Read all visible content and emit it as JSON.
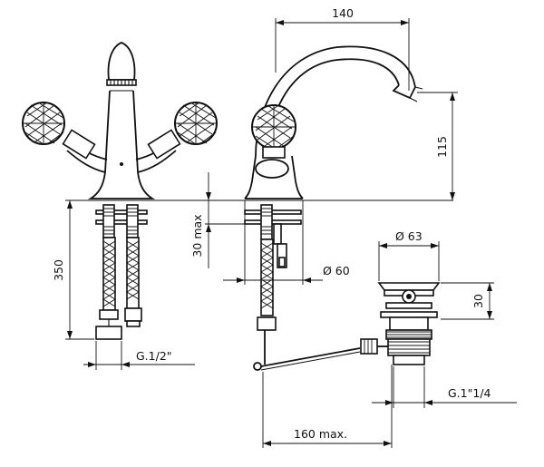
{
  "drawing": {
    "dimensions": {
      "spout_reach": "140",
      "spout_height": "115",
      "hose_length": "350",
      "deck_thickness": "30 max",
      "base_diameter": "Ø 60",
      "waste_diameter": "Ø 63",
      "waste_height": "30",
      "hose_thread": "G.1/2\"",
      "waste_thread": "G.1\"1/4",
      "rod_length": "160 max."
    },
    "colors": {
      "ink": "#111111",
      "paper": "#ffffff"
    },
    "icons": [
      "crystal-handle-icon",
      "aerator-icon",
      "pop-up-waste-icon"
    ]
  }
}
